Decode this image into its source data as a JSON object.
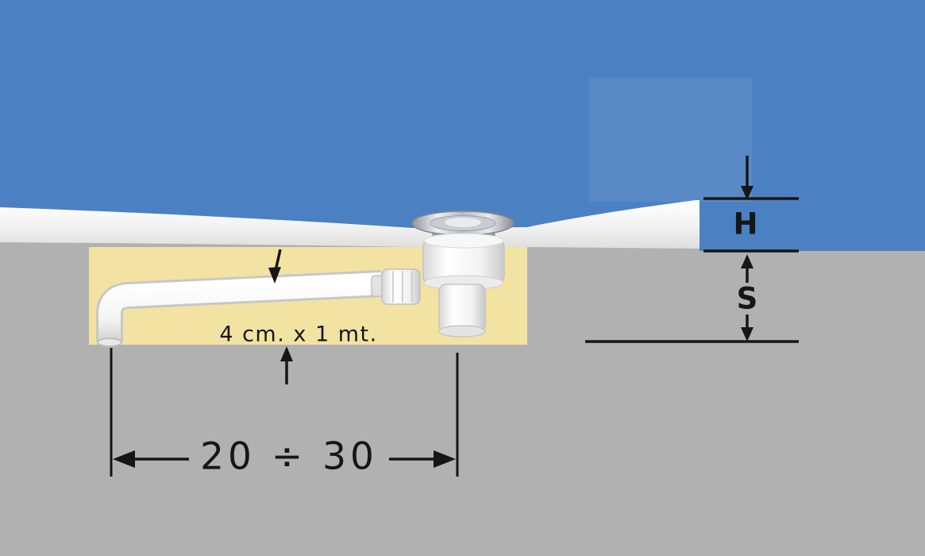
{
  "diagram": {
    "title": "shower-tray-siphon-installation-diagram",
    "labels": {
      "slope": "4 cm. x 1 mt.",
      "distance": "20 ÷ 30",
      "height": "H",
      "thickness": "S"
    },
    "colors": {
      "blue": "#4b81c2",
      "blue_light": "#5d8fce",
      "gray": "#b1b1b1",
      "yellow": "#f2e3a3",
      "tray_white": "#f2f2f2",
      "annotation": "#161616"
    }
  }
}
